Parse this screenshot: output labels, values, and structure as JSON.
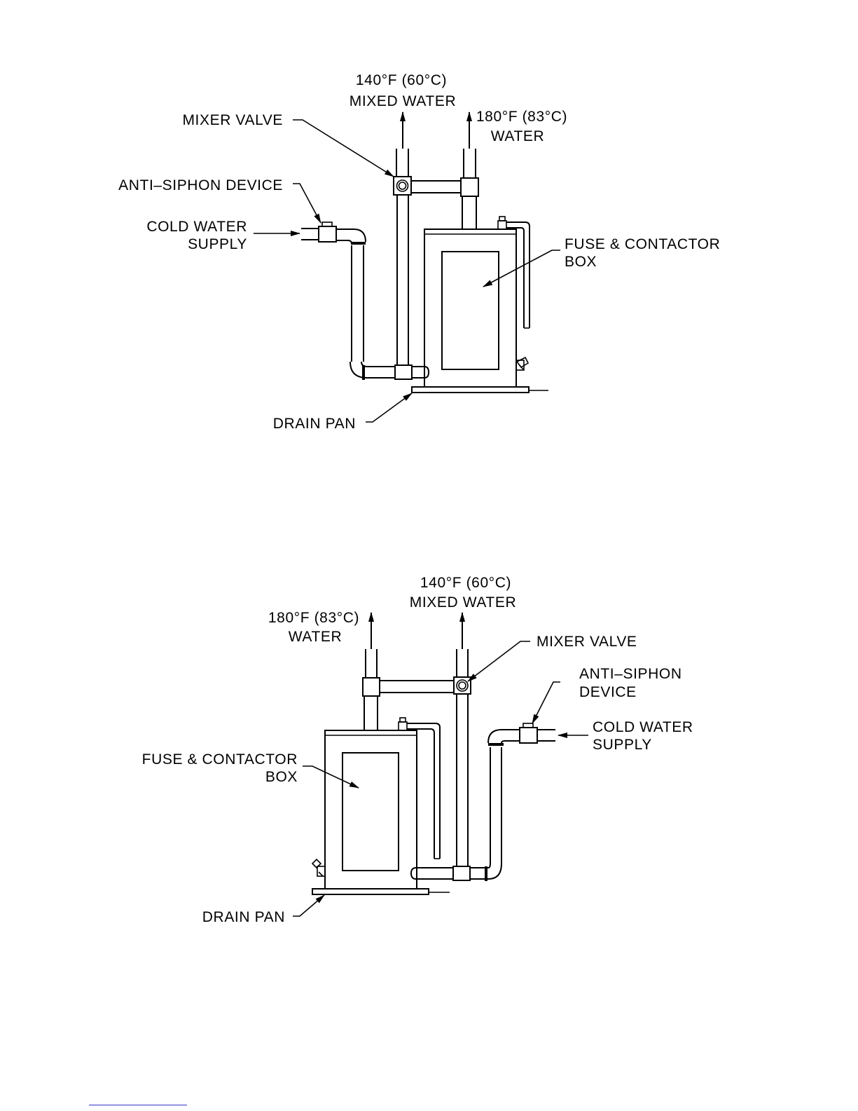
{
  "diagram_top": {
    "mixed_water_temp": "140°F (60°C)",
    "mixed_water_label": "MIXED WATER",
    "hot_water_temp": "180°F (83°C)",
    "hot_water_label": "WATER",
    "mixer_valve": "MIXER VALVE",
    "anti_siphon": "ANTI–SIPHON DEVICE",
    "cold_water_line1": "COLD WATER",
    "cold_water_line2": "SUPPLY",
    "fuse_box_line1": "FUSE & CONTACTOR",
    "fuse_box_line2": "BOX",
    "drain_pan": "DRAIN PAN"
  },
  "diagram_bottom": {
    "mixed_water_temp": "140°F (60°C)",
    "mixed_water_label": "MIXED WATER",
    "hot_water_temp": "180°F (83°C)",
    "hot_water_label": "WATER",
    "mixer_valve": "MIXER VALVE",
    "anti_siphon_line1": "ANTI–SIPHON",
    "anti_siphon_line2": "DEVICE",
    "cold_water_line1": "COLD WATER",
    "cold_water_line2": "SUPPLY",
    "fuse_box_line1": "FUSE & CONTACTOR",
    "fuse_box_line2": "BOX",
    "drain_pan": "DRAIN PAN"
  },
  "colors": {
    "line": "#000000",
    "footer_rule": "#3333cc"
  }
}
